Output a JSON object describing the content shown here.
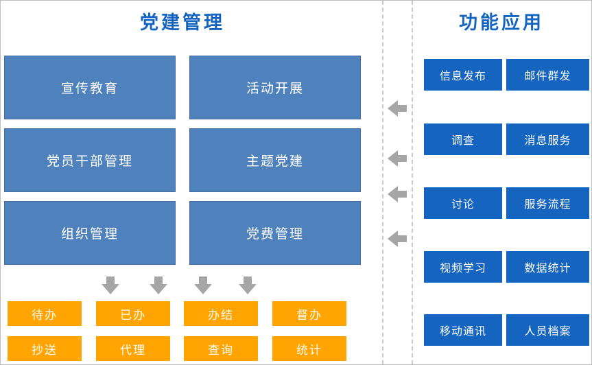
{
  "left_panel": {
    "title": "党建管理",
    "modules": [
      "宣传教育",
      "活动开展",
      "党员干部管理",
      "主题党建",
      "组织管理",
      "党费管理"
    ],
    "tasks": [
      "待办",
      "已办",
      "办结",
      "督办",
      "抄送",
      "代理",
      "查询",
      "统计"
    ]
  },
  "right_panel": {
    "title": "功能应用",
    "functions": [
      "信息发布",
      "邮件群发",
      "调查",
      "消息服务",
      "讨论",
      "服务流程",
      "视频学习",
      "数据统计",
      "移动通讯",
      "人员档案"
    ]
  },
  "icons": {
    "down_arrow": "down-arrow-icon",
    "left_arrow": "left-arrow-icon"
  },
  "colors": {
    "module_blue": "#4f81bd",
    "function_blue": "#1565c0",
    "task_orange": "#ffa400",
    "title_blue": "#1565c0",
    "arrow_gray": "#a6a6a6",
    "border_gray": "#bfbfbf"
  }
}
